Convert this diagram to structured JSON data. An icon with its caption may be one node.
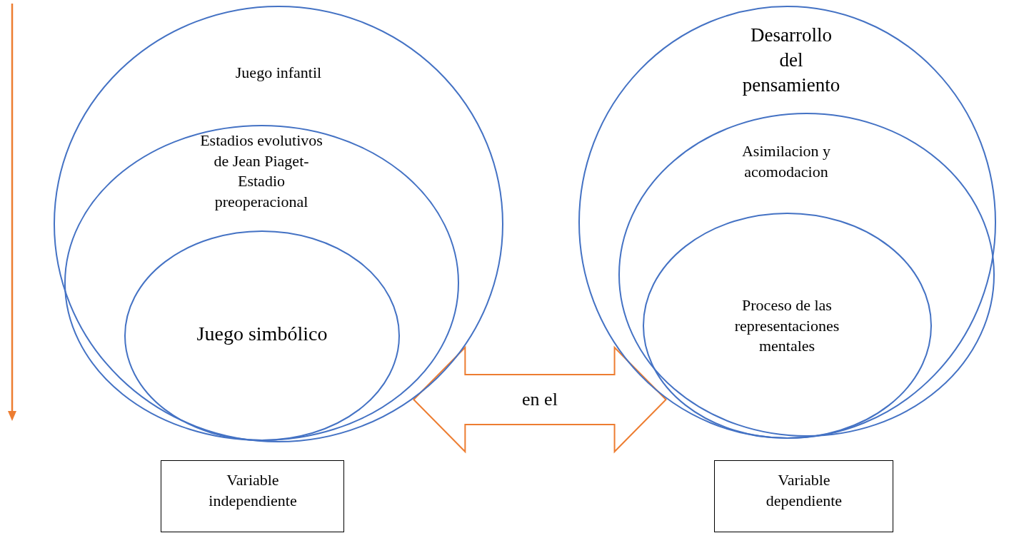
{
  "diagram": {
    "nodes": [
      {
        "text": [
          "Juego infantil"
        ]
      },
      {
        "text": [
          "Estadios evolutivos de Jean Piaget- Estadio preoperacional"
        ],
        "in": 0
      },
      {
        "text": [
          "Juego simbólico"
        ],
        "in": 1
      },
      {
        "text": [
          "Desarrollo del pensamiento"
        ]
      },
      {
        "text": [
          "Asimilacion y acomodacion"
        ],
        "in": 3
      },
      {
        "text": [
          "Proceso de las representaciones mentales"
        ],
        "in": 4
      },
      {
        "text": [
          "Variable independiente"
        ]
      },
      {
        "text": [
          "Variable dependiente"
        ]
      }
    ],
    "edges": [
      {
        "from": 0,
        "to": 3,
        "arrow": "both",
        "label": "en el",
        "style": "thick",
        "color": "#ed7d31"
      }
    ]
  }
}
